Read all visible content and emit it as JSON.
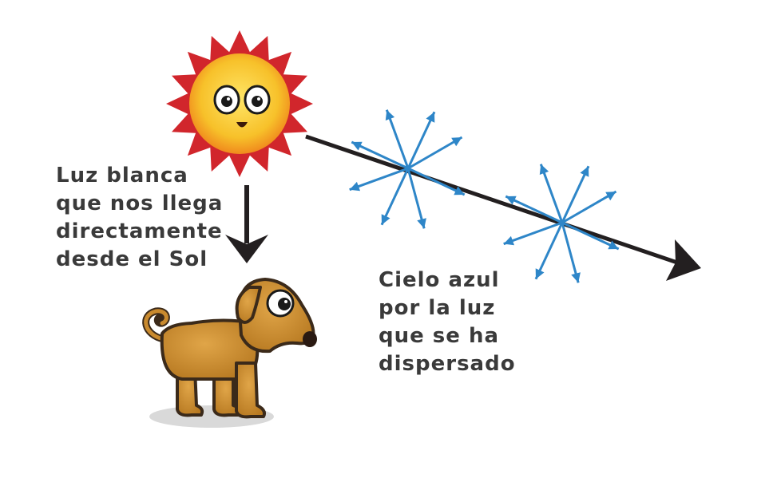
{
  "labels": {
    "direct_light": [
      "Luz blanca",
      "que nos llega",
      "directamente",
      "desde el Sol"
    ],
    "scattered_light": [
      "Cielo azul",
      "por la luz",
      "que se ha",
      "dispersado"
    ]
  },
  "icons": [
    "sun-icon",
    "dog-icon",
    "scatter-star-icon",
    "arrow-icon"
  ],
  "colors": {
    "text": "#3a3a3a",
    "arrow": "#231f20",
    "scatter": "#2e86c8",
    "sun_rays": "#d1262c",
    "sun_face": "#f7c12a",
    "dog_body": "#c98a2e",
    "dog_outline": "#3b2a1a",
    "shadow": "#d9d9d9"
  }
}
